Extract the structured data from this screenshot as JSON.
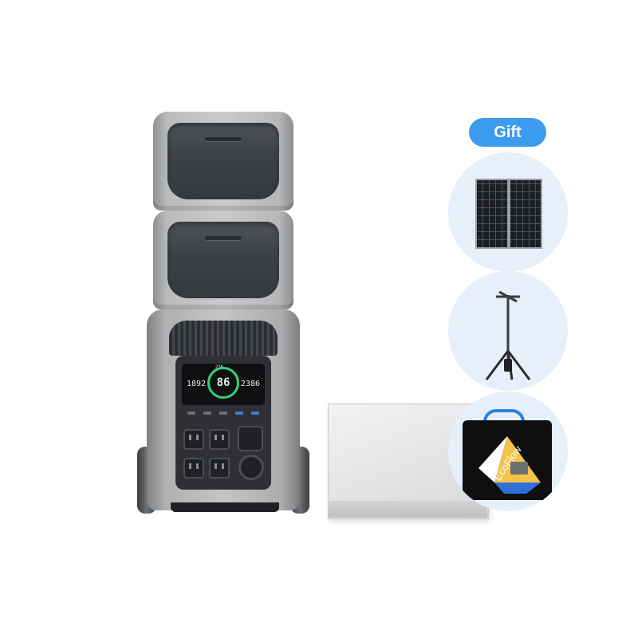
{
  "gift": {
    "label": "Gift"
  },
  "display": {
    "top_value": "238",
    "left_value": "1892",
    "center_value": "86",
    "right_value": "2386"
  },
  "bag": {
    "brand_text": "EcoFlow"
  },
  "colors": {
    "gift_badge": "#3d9bf0",
    "gift_circle_bg": "#e6f0fb",
    "screen_ring": "#2fd37a"
  },
  "icons": [
    "solar-panel-icon",
    "tripod-light-icon",
    "tote-bag-icon"
  ]
}
